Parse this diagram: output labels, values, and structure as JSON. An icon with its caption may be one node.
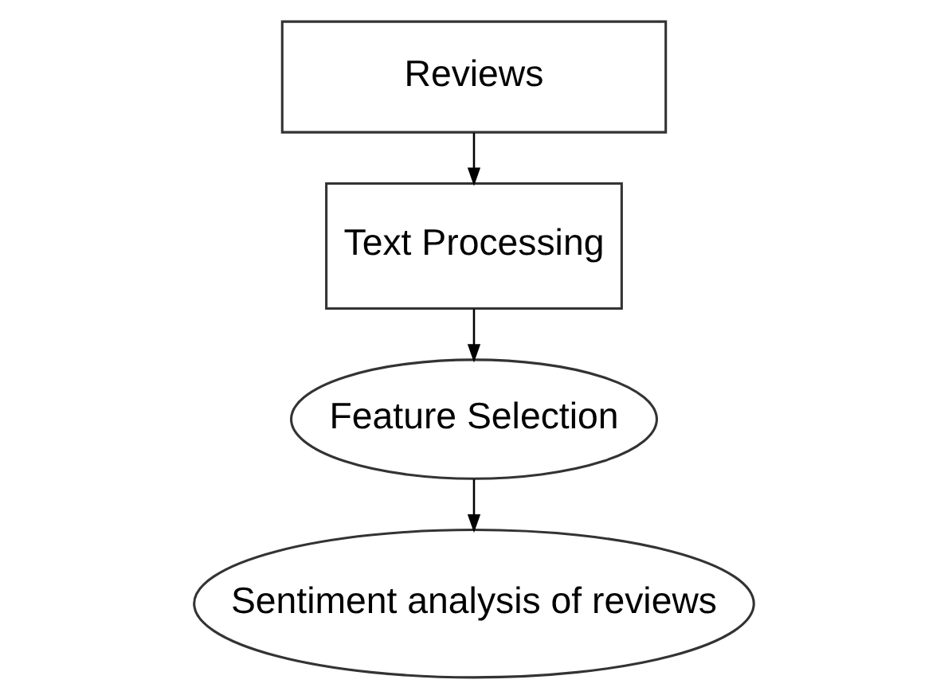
{
  "diagram": {
    "nodes": [
      {
        "text": [
          "Reviews"
        ]
      },
      {
        "text": [
          "Text Processing"
        ]
      },
      {
        "text": [
          "Feature Selection"
        ]
      },
      {
        "text": [
          "Sentiment analysis of reviews"
        ]
      }
    ],
    "edges": [
      {
        "from": 0,
        "to": 1,
        "arrow": "to"
      },
      {
        "from": 1,
        "to": 2,
        "arrow": "to"
      },
      {
        "from": 2,
        "to": 3,
        "arrow": "to"
      }
    ]
  }
}
